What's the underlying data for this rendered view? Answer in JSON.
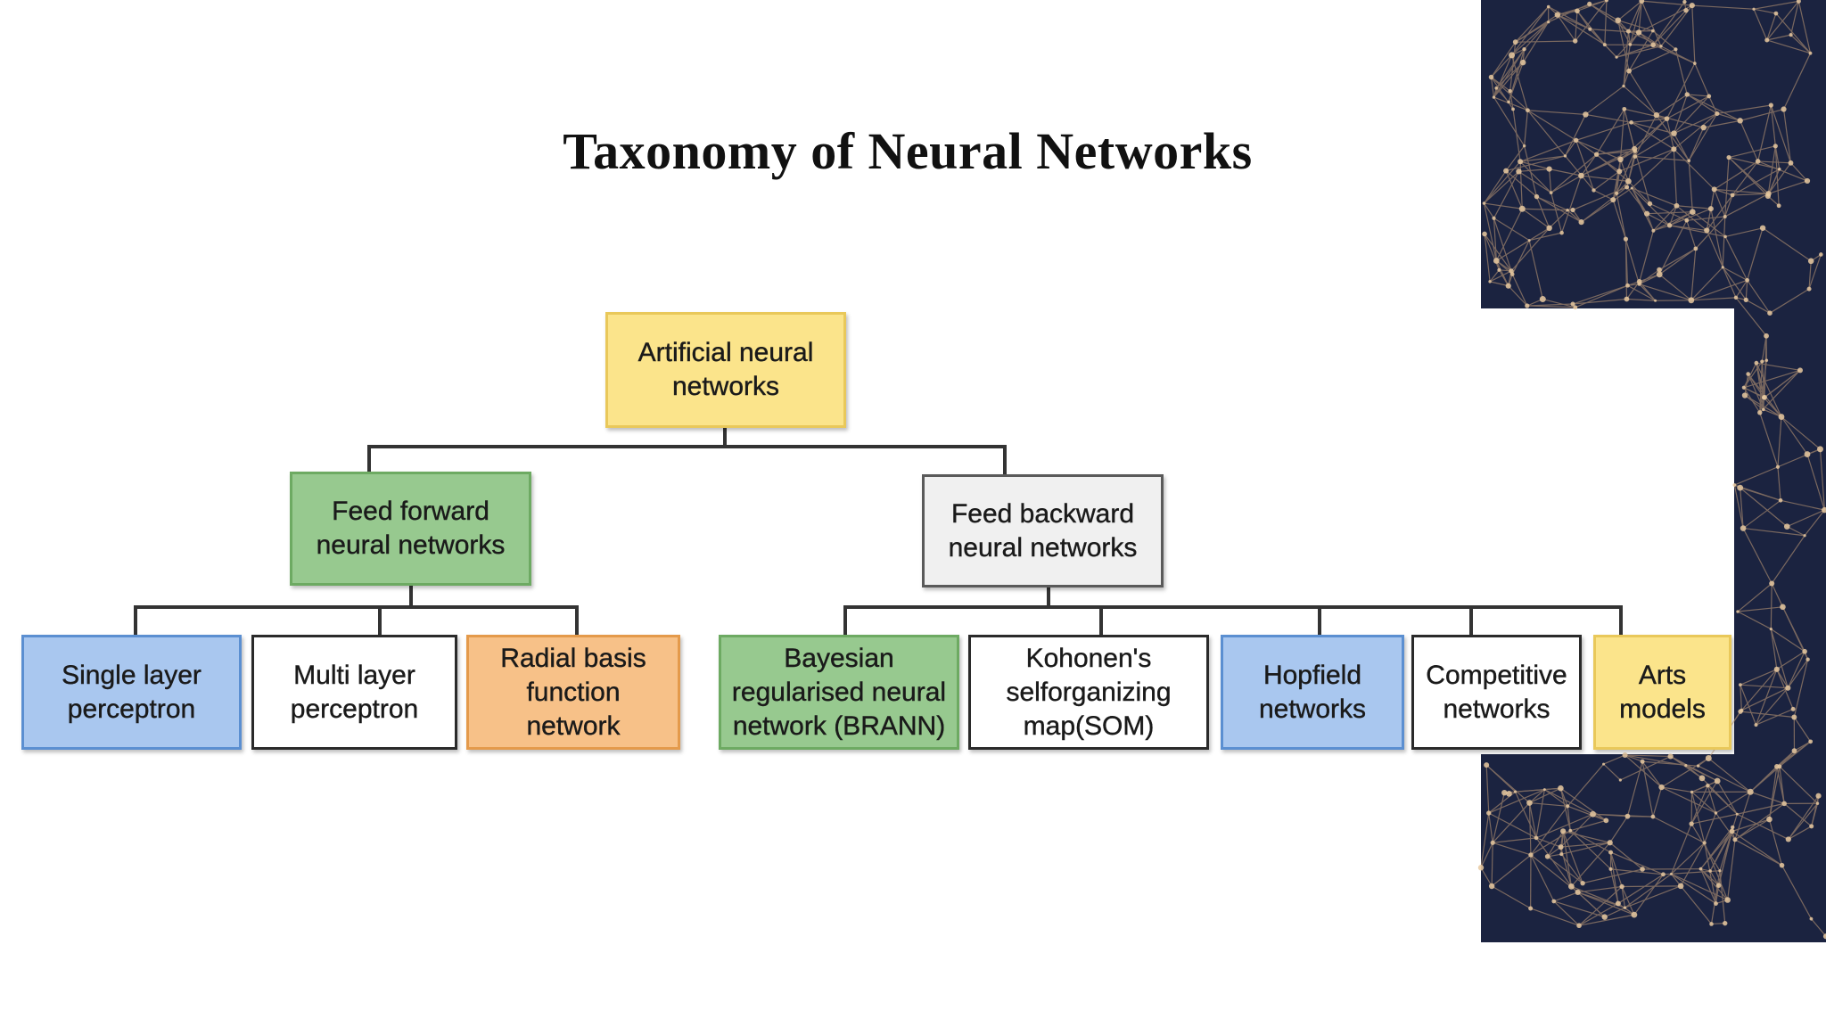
{
  "title": "Taxonomy of Neural Networks",
  "diagram": {
    "root": {
      "label": "Artificial neural\nnetworks",
      "color": "yellow"
    },
    "level2": [
      {
        "id": "ff",
        "label": "Feed forward\nneural networks",
        "color": "green"
      },
      {
        "id": "fb",
        "label": "Feed backward\nneural networks",
        "color": "gray"
      }
    ],
    "feed_forward_children": [
      {
        "label": "Single layer\nperceptron",
        "color": "blue"
      },
      {
        "label": "Multi layer\nperceptron",
        "color": "white"
      },
      {
        "label": "Radial basis\nfunction\nnetwork",
        "color": "orange"
      }
    ],
    "feed_backward_children": [
      {
        "label": "Bayesian\nregularised neural\nnetwork (BRANN)",
        "color": "green"
      },
      {
        "label": "Kohonen's\nselforganizing\nmap(SOM)",
        "color": "white"
      },
      {
        "label": "Hopfield\nnetworks",
        "color": "blue"
      },
      {
        "label": "Competitive\nnetworks",
        "color": "white"
      },
      {
        "label": "Arts\nmodels",
        "color": "yellow"
      }
    ]
  },
  "colors": {
    "panel_background": "#1b2340",
    "network_lines": "#c9a27a",
    "connector": "#333333"
  }
}
